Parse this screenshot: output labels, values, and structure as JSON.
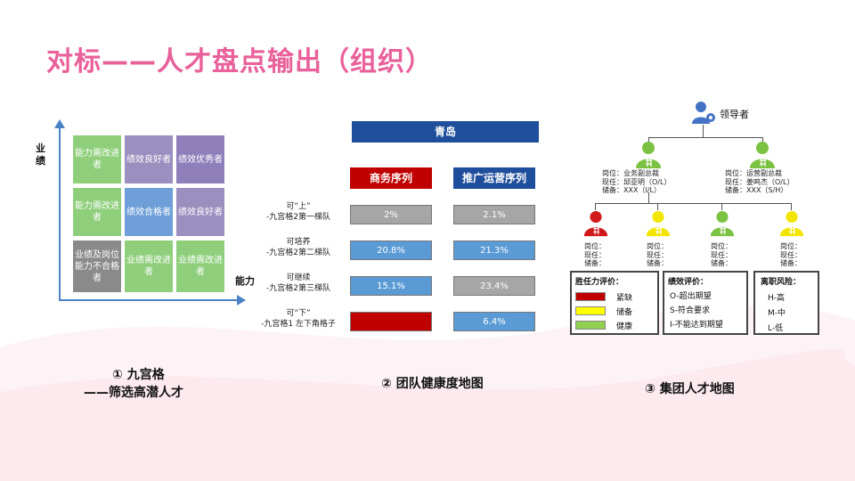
{
  "title": "对标——人才盘点输出（组织）",
  "nine_box": {
    "y_label": "业绩",
    "x_label": "能力",
    "cells": [
      {
        "text": "能力需改进者",
        "color": "#8fcf7c"
      },
      {
        "text": "绩效良好者",
        "color": "#9a8fbe"
      },
      {
        "text": "绩效优秀者",
        "color": "#8e7fba"
      },
      {
        "text": "能力需改进者",
        "color": "#8fcf7c"
      },
      {
        "text": "绩效合格者",
        "color": "#6f9fd8"
      },
      {
        "text": "绩效良好者",
        "color": "#9a8fbe"
      },
      {
        "text": "业绩及岗位能力不合格者",
        "color": "#8a8a8a"
      },
      {
        "text": "业绩需改进者",
        "color": "#8fcf7c"
      },
      {
        "text": "业绩需改进者",
        "color": "#8fcf7c"
      }
    ],
    "caption_line1": "① 九宫格",
    "caption_line2": "——筛选高潜人才"
  },
  "team_health": {
    "city": "青岛",
    "col1": "商务序列",
    "col2": "推广运营序列",
    "rows": [
      {
        "label1": "可“上”",
        "label2": "-九宫格2第一梯队",
        "v1": "2%",
        "c1": "#a6a6a6",
        "v2": "2.1%",
        "c2": "#a6a6a6"
      },
      {
        "label1": "可培养",
        "label2": "-九宫格2第二梯队",
        "v1": "20.8%",
        "c1": "#5b9bd5",
        "v2": "21.3%",
        "c2": "#5b9bd5"
      },
      {
        "label1": "可继续",
        "label2": "-九宫格2第三梯队",
        "v1": "15.1%",
        "c1": "#5b9bd5",
        "v2": "23.4%",
        "c2": "#a6a6a6"
      },
      {
        "label1": "可“下”",
        "label2": "-九宫格1 左下角格子",
        "v1": "",
        "c1": "#c00000",
        "v2": "6.4%",
        "c2": "#5b9bd5"
      }
    ],
    "caption": "② 团队健康度地图"
  },
  "org_map": {
    "leader": "领导者",
    "m1": {
      "line1": "岗位：业务副总裁",
      "line2": "现任：邱亚明（O/L）",
      "line3": "储备：XXX（I/L）"
    },
    "m2": {
      "line1": "岗位：运营副总裁",
      "line2": "现任：姜鸣杰（O/L）",
      "line3": "储备：XXX（S/H）"
    },
    "sub": {
      "line1": "岗位：",
      "line2": "现任：",
      "line3": "储备："
    },
    "legend1": {
      "title": "胜任力评价：",
      "items": [
        {
          "label": "紧缺",
          "color": "#c00000"
        },
        {
          "label": "储备",
          "color": "#ffff00"
        },
        {
          "label": "健康",
          "color": "#92d050"
        }
      ]
    },
    "legend2": {
      "title": "绩效评价：",
      "items": [
        "O-超出期望",
        "S-符合要求",
        "I-不能达到期望"
      ]
    },
    "legend3": {
      "title": "离职风险：",
      "items": [
        "H-高",
        "M-中",
        "L-低"
      ]
    },
    "person_colors": {
      "green": "#7cc242",
      "red": "#d0191b",
      "yellow": "#f2e500",
      "blue": "#4472c4"
    },
    "caption": "③ 集团人才地图"
  }
}
